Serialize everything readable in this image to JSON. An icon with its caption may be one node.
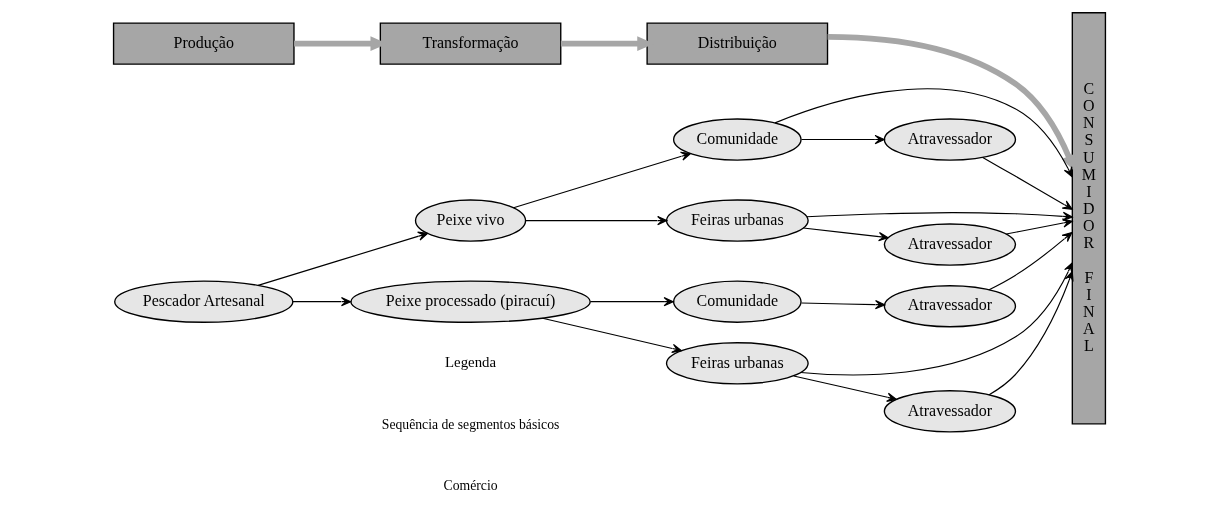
{
  "diagram": {
    "nodes": [
      {
        "text": [
          "Produção"
        ]
      },
      {
        "text": [
          "Transformação"
        ]
      },
      {
        "text": [
          "Distribuição"
        ]
      },
      {
        "text": [
          "CONSUMIDOR FINAL"
        ]
      },
      {
        "text": [
          "Pescador Artesanal"
        ]
      },
      {
        "text": [
          "Peixe vivo"
        ]
      },
      {
        "text": [
          "Peixe processado (piracuí)"
        ]
      },
      {
        "text": [
          "Comunidade"
        ]
      },
      {
        "text": [
          "Feiras urbanas"
        ]
      },
      {
        "text": [
          "Comunidade"
        ]
      },
      {
        "text": [
          "Feiras urbanas"
        ]
      },
      {
        "text": [
          "Atravessador"
        ]
      },
      {
        "text": [
          "Atravessador"
        ]
      },
      {
        "text": [
          "Atravessador"
        ]
      },
      {
        "text": [
          "Atravessador"
        ]
      }
    ],
    "edges": [
      {
        "from": 0,
        "to": 1,
        "arrow": "to",
        "style": "thick",
        "color": "#a6a6a6"
      },
      {
        "from": 1,
        "to": 2,
        "arrow": "to",
        "style": "thick",
        "color": "#a6a6a6"
      },
      {
        "from": 2,
        "to": 3,
        "arrow": "to",
        "style": "thick",
        "color": "#a6a6a6"
      },
      {
        "from": 4,
        "to": 5,
        "arrow": "to"
      },
      {
        "from": 4,
        "to": 6,
        "arrow": "to"
      },
      {
        "from": 5,
        "to": 7,
        "arrow": "to"
      },
      {
        "from": 5,
        "to": 8,
        "arrow": "to"
      },
      {
        "from": 6,
        "to": 9,
        "arrow": "to"
      },
      {
        "from": 6,
        "to": 10,
        "arrow": "to"
      },
      {
        "from": 7,
        "to": 11,
        "arrow": "to"
      },
      {
        "from": 7,
        "to": 3,
        "arrow": "to"
      },
      {
        "from": 8,
        "to": 12,
        "arrow": "to"
      },
      {
        "from": 8,
        "to": 3,
        "arrow": "to"
      },
      {
        "from": 9,
        "to": 13,
        "arrow": "to"
      },
      {
        "from": 10,
        "to": 14,
        "arrow": "to"
      },
      {
        "from": 10,
        "to": 3,
        "arrow": "to"
      },
      {
        "from": 11,
        "to": 3,
        "arrow": "to"
      },
      {
        "from": 12,
        "to": 3,
        "arrow": "to"
      },
      {
        "from": 13,
        "to": 3,
        "arrow": "to"
      },
      {
        "from": 14,
        "to": 3,
        "arrow": "to"
      }
    ],
    "labels": [
      "Legenda"
    ],
    "legend": [
      {
        "text": "Sequência de segmentos básicos"
      },
      {
        "text": "Comércio"
      }
    ]
  }
}
